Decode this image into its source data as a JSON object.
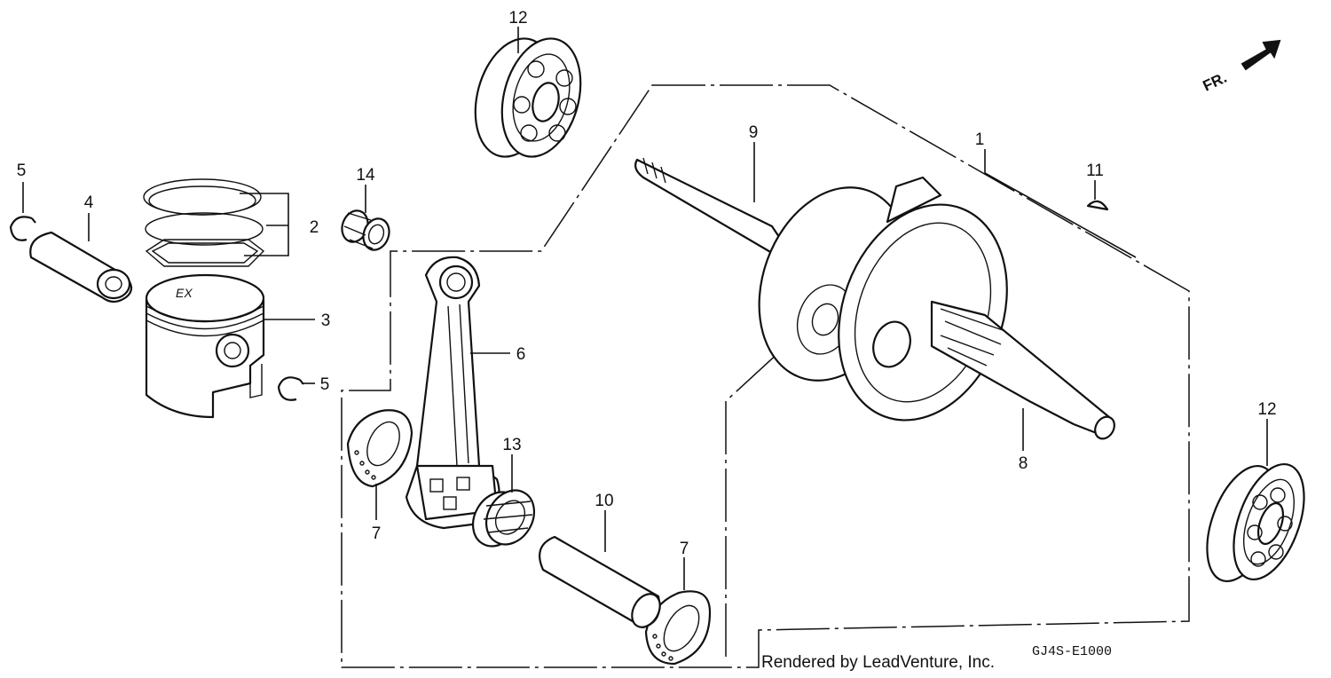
{
  "diagram": {
    "labels": {
      "1": "1",
      "2": "2",
      "3": "3",
      "4": "4",
      "5a": "5",
      "5b": "5",
      "6": "6",
      "7a": "7",
      "7b": "7",
      "8": "8",
      "9": "9",
      "10": "10",
      "11": "11",
      "12a": "12",
      "12b": "12",
      "13": "13",
      "14": "14"
    },
    "direction_label": "FR.",
    "credit": "Rendered by LeadVenture, Inc.",
    "diagram_code": "GJ4S-E1000"
  }
}
